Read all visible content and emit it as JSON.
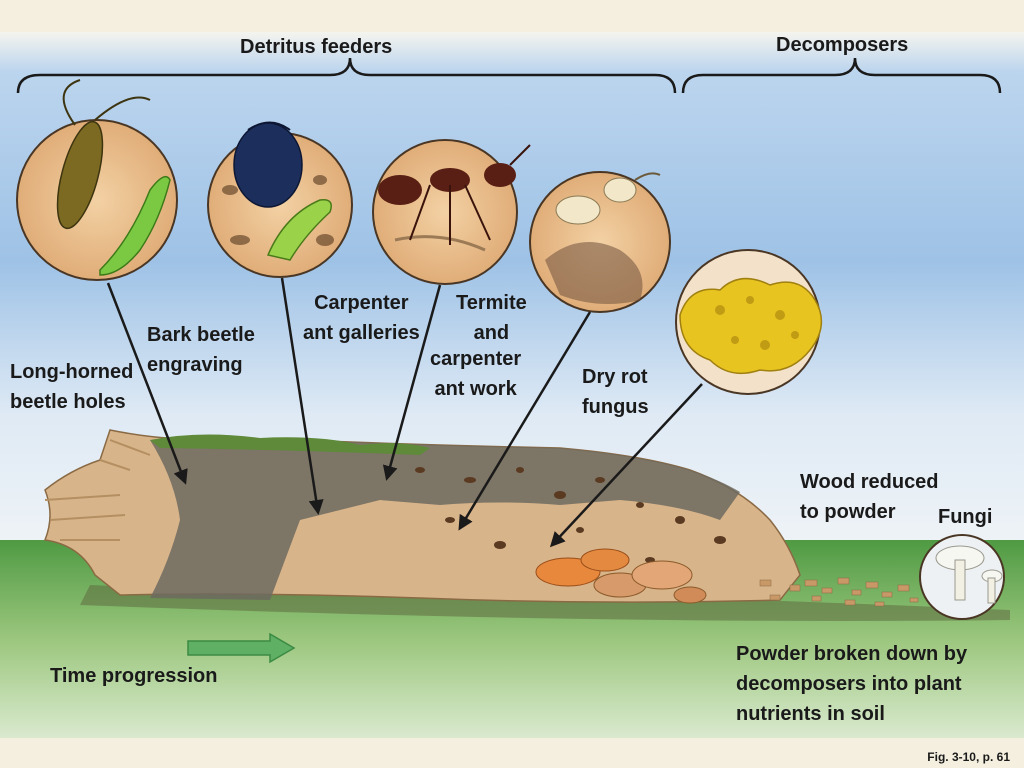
{
  "headers": {
    "detritus": "Detritus feeders",
    "decomposers": "Decomposers"
  },
  "labels": {
    "long_horned": "Long-horned\nbeetle holes",
    "bark_beetle": "Bark beetle\nengraving",
    "carpenter_ant": "Carpenter\nant galleries",
    "termite_top": "Termite\nand",
    "termite_bottom": "carpenter\nant work",
    "dry_rot": "Dry rot\nfungus",
    "wood_powder": "Wood reduced\nto powder",
    "fungi": "Fungi",
    "powder_broken": "Powder broken down by\ndecomposers into plant\nnutrients in soil",
    "time": "Time progression"
  },
  "caption": "Fig. 3-10, p. 61",
  "colors": {
    "sky_top": "#a7c6e6",
    "sky_bottom": "#e9f1f7",
    "grass": "#5c9e48",
    "wood": "#d8b48a",
    "bark": "#6d6a5f",
    "arrow": "#1a1a1a",
    "time_arrow": "#5fb064"
  }
}
